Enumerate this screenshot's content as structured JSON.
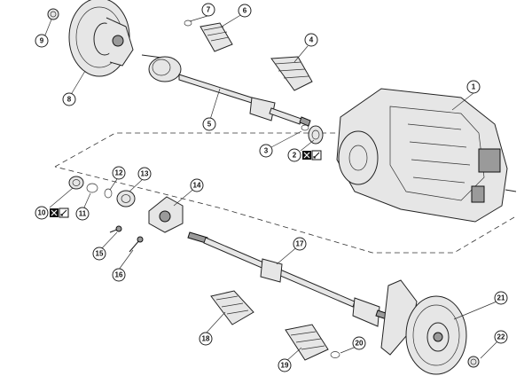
{
  "callouts": [
    {
      "id": "1",
      "label": "1"
    },
    {
      "id": "2",
      "label": "2"
    },
    {
      "id": "3",
      "label": "3"
    },
    {
      "id": "4",
      "label": "4"
    },
    {
      "id": "5",
      "label": "5"
    },
    {
      "id": "6",
      "label": "6"
    },
    {
      "id": "7",
      "label": "7"
    },
    {
      "id": "8",
      "label": "8"
    },
    {
      "id": "9",
      "label": "9"
    },
    {
      "id": "10",
      "label": "10"
    },
    {
      "id": "11",
      "label": "11"
    },
    {
      "id": "12",
      "label": "12"
    },
    {
      "id": "13",
      "label": "13"
    },
    {
      "id": "14",
      "label": "14"
    },
    {
      "id": "15",
      "label": "15"
    },
    {
      "id": "16",
      "label": "16"
    },
    {
      "id": "17",
      "label": "17"
    },
    {
      "id": "18",
      "label": "18"
    },
    {
      "id": "19",
      "label": "19"
    },
    {
      "id": "20",
      "label": "20"
    },
    {
      "id": "21",
      "label": "21"
    },
    {
      "id": "22",
      "label": "22"
    }
  ],
  "symbols": [
    "replace-part-icon",
    "grease-lubricate-icon"
  ]
}
